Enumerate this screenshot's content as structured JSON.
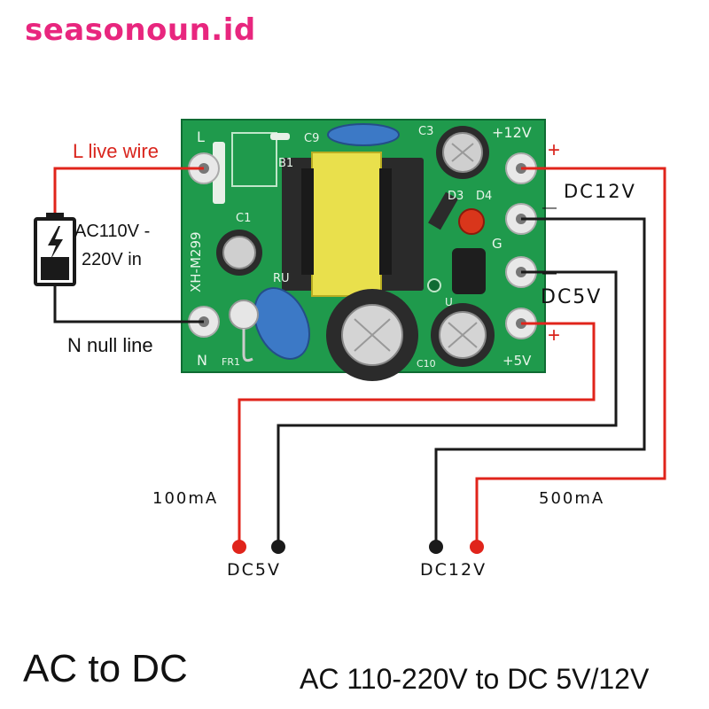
{
  "watermark": "seasonoun.id",
  "board": {
    "model": "XH-M299",
    "silk": {
      "L": "L",
      "N": "N",
      "C9": "C9",
      "C3": "C3",
      "plus12": "+12V",
      "B1": "B1",
      "C1": "C1",
      "D3": "D3",
      "D4": "D4",
      "G": "G",
      "plus5": "+5V",
      "FR1": "FR1",
      "RU": "RU",
      "C10": "C10",
      "U": "U"
    }
  },
  "labels": {
    "live_wire": "L live wire",
    "null_line": "N null line",
    "ac_in_line1": "AC110V -",
    "ac_in_line2": "220V in",
    "dc12v_right": "DC12V",
    "dc5v_right": "DC5V",
    "plus_top": "+",
    "minus_top": "—",
    "minus_mid": "—",
    "plus_bottom": "+",
    "current_5v": "100mA",
    "current_12v": "500mA",
    "dc5v_out": "DC5V",
    "dc12v_out": "DC12V"
  },
  "footer": {
    "left": "AC to DC",
    "right": "AC 110-220V to DC 5V/12V"
  },
  "colors": {
    "pcb": "#1f9a4c",
    "wire_red": "#e0241b",
    "wire_black": "#1a1a1a",
    "watermark": "#e8267e"
  }
}
